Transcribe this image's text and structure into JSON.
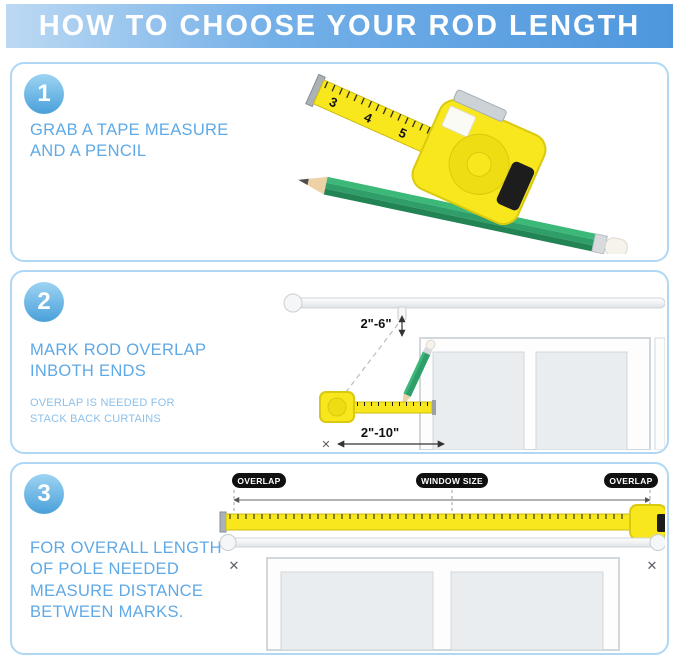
{
  "header": {
    "title": "HOW TO CHOOSE YOUR ROD LENGTH"
  },
  "steps": [
    {
      "number": "1",
      "title": "GRAB A TAPE MEASURE AND A PENCIL"
    },
    {
      "number": "2",
      "title": "MARK ROD OVERLAP INBOTH ENDS",
      "note": "OVERLAP IS NEEDED FOR STACK BACK CURTAINS",
      "measure_top": "2\"-6\"",
      "measure_bottom": "2\"-10\""
    },
    {
      "number": "3",
      "title": "FOR OVERALL LENGTH OF POLE NEEDED MEASURE DISTANCE BETWEEN MARKS.",
      "overlap_left": "OVERLAP",
      "window_size": "WINDOW SIZE",
      "overlap_right": "OVERLAP"
    }
  ],
  "tape_numbers": [
    "3",
    "4",
    "5"
  ],
  "symbols": {
    "mark": "✕"
  },
  "colors": {
    "banner_gradient_start": "#bcd9f3",
    "banner_gradient_end": "#4e97dd",
    "accent_text": "#5fa9e6",
    "panel_border": "#b0d7f3",
    "tape_yellow": "#f8e71c",
    "pencil_green": "#2f9e68"
  }
}
